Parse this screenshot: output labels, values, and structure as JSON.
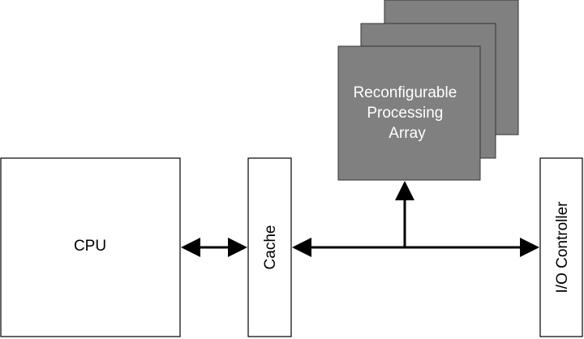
{
  "blocks": {
    "cpu": {
      "label": "CPU"
    },
    "cache": {
      "label": "Cache"
    },
    "rpa": {
      "label_lines": [
        "Reconfigurable",
        "Processing",
        "Array"
      ]
    },
    "io": {
      "label": "I/O Controller"
    }
  },
  "colors": {
    "stack_fill": "#808080",
    "stack_stroke": "#333333",
    "line": "#000000",
    "box_fill": "#ffffff"
  }
}
